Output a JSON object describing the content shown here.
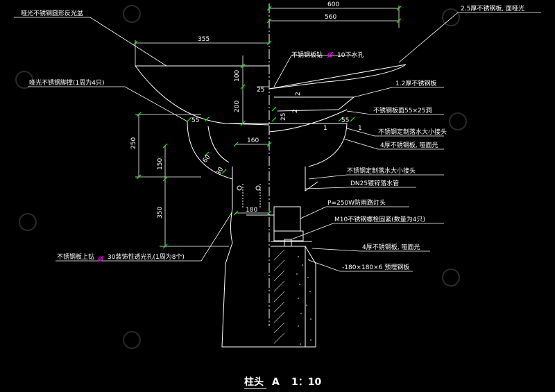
{
  "labels": {
    "basin": "哑光不锈钢圆形反光盆",
    "brace": "哑光不锈钢脚撑(1周为4只)",
    "top_plate": "2.5厚不锈钢板, 面哑光",
    "drill_hole": "不锈钢板钻",
    "drain_hole": "10下水孔",
    "plate_12": "1.2厚不锈钢板",
    "plate_slot": "不锈钢板面55×25洞",
    "fitting_1": "不锈钢定制落水大小接头",
    "plate_4a": "4厚不锈钢板, 哑面光",
    "fitting_2": "不锈钢定制落水大小接头",
    "pipe": "DN25镀锌落水管",
    "lamp": "P=250W防雨路灯头",
    "bolt": "M10不锈钢螺栓固紧(数量为4只)",
    "plate_4b": "4厚不锈钢板, 哑面光",
    "embed": "-180×180×6 预埋钢板",
    "side_drill": "不锈钢板上钻",
    "light_holes": "30装饰性透光孔(1周为8个)",
    "title_main": "柱头",
    "title_ref": "A",
    "title_scale": "1：10"
  },
  "dimensions": {
    "d600": "600",
    "d560": "560",
    "d355": "355",
    "d25a": "25",
    "d100": "100",
    "d200": "200",
    "d2a": "2",
    "d2b": "2",
    "d25b": "25",
    "d55a": "55",
    "d55b": "55",
    "d1a": "1",
    "d1b": "1",
    "d160": "160",
    "d250": "250",
    "d150": "150",
    "d60": "60",
    "d30": "30",
    "d350": "350",
    "d180": "180"
  },
  "colors": {
    "background": "#000000",
    "line": "#ffffff",
    "tick": "#00ff00",
    "marker": "#ff00ff"
  }
}
